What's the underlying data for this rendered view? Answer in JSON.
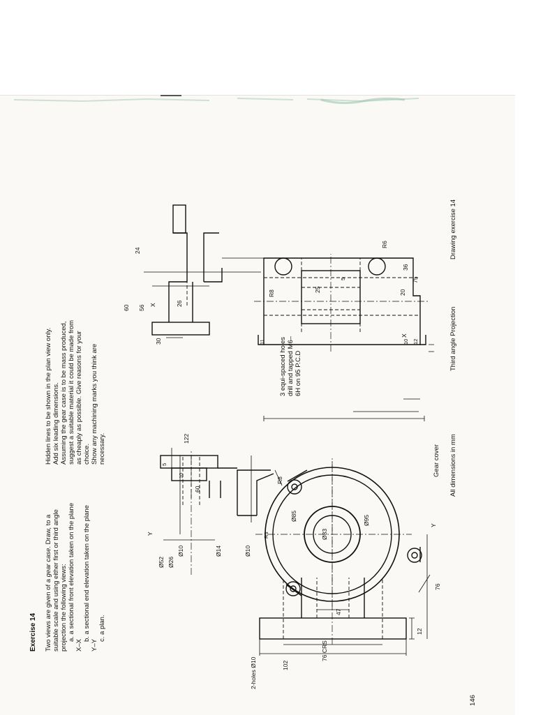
{
  "page_number": "146",
  "exercise_title": "Exercise 14",
  "left_text": {
    "line1_pre": "Two views are given of a ",
    "line1_em": "gear case",
    "line1_post": ". Draw, to a",
    "line2": "suitable scale and using either first or third angle",
    "line3": "projection the following views:",
    "line4": "a. a sectional front elevation taken on the plane",
    "line5": "X–X",
    "line6": "b. a sectional end elevation taken on the plane",
    "line7": "Y–Y",
    "line8": "c. a plan."
  },
  "right_text": {
    "line1": "Hidden lines to be shown in the plan view only.",
    "line2": "Add six leading dimensions.",
    "line3": "Assuming the gear case is to be mass produced,",
    "line4": "suggest a suitable material it could be made from",
    "line5": "as cheaply as possible. Give reasons for your",
    "line6": "choice.",
    "line7": "Show any machining marks you think are",
    "line8": "necessary."
  },
  "captions": {
    "gear_cover": "Gear cover",
    "all_dimensions": "All dimensions in mm",
    "third_angle": "Third angle Projection",
    "drawing_exercise": "Drawing exercise 14"
  },
  "holes_note": {
    "line1": "3 equi-spaced holes",
    "line2": "drill and tapped M6–",
    "line3": "6H on 95 P.C.D"
  },
  "left_view": {
    "holes_label": "2-holes Ø10",
    "dim_102": "102",
    "dim_76crs": "76 CRS",
    "dim_12": "12",
    "dim_76": "76",
    "dim_47": "47",
    "dim_phi52": "Ø52",
    "dim_phi26": "Ø26",
    "dim_phi10a": "Ø10",
    "dim_phi14": "Ø14",
    "dim_phi10b": "Ø10",
    "dim_5": "5",
    "dim_10": "10",
    "dim_60": "60",
    "dim_122": "122",
    "dim_r8": "R8",
    "dim_phi85": "Ø85",
    "dim_phi95": "Ø95",
    "dim_phi33": "Ø33",
    "dim_r3": "R3",
    "y_label": "Y"
  },
  "right_view": {
    "dim_24": "24",
    "dim_60": "60",
    "dim_56": "56",
    "dim_30": "30",
    "x_label": "X",
    "dim_26": "26",
    "dim_r8": "R8",
    "dim_25": "25",
    "dim_5": "5",
    "dim_20": "20",
    "dim_36": "36",
    "dim_75": "75",
    "dim_r6": "R6",
    "dim_11": "11",
    "dim_10": "10",
    "dim_12": "12"
  }
}
